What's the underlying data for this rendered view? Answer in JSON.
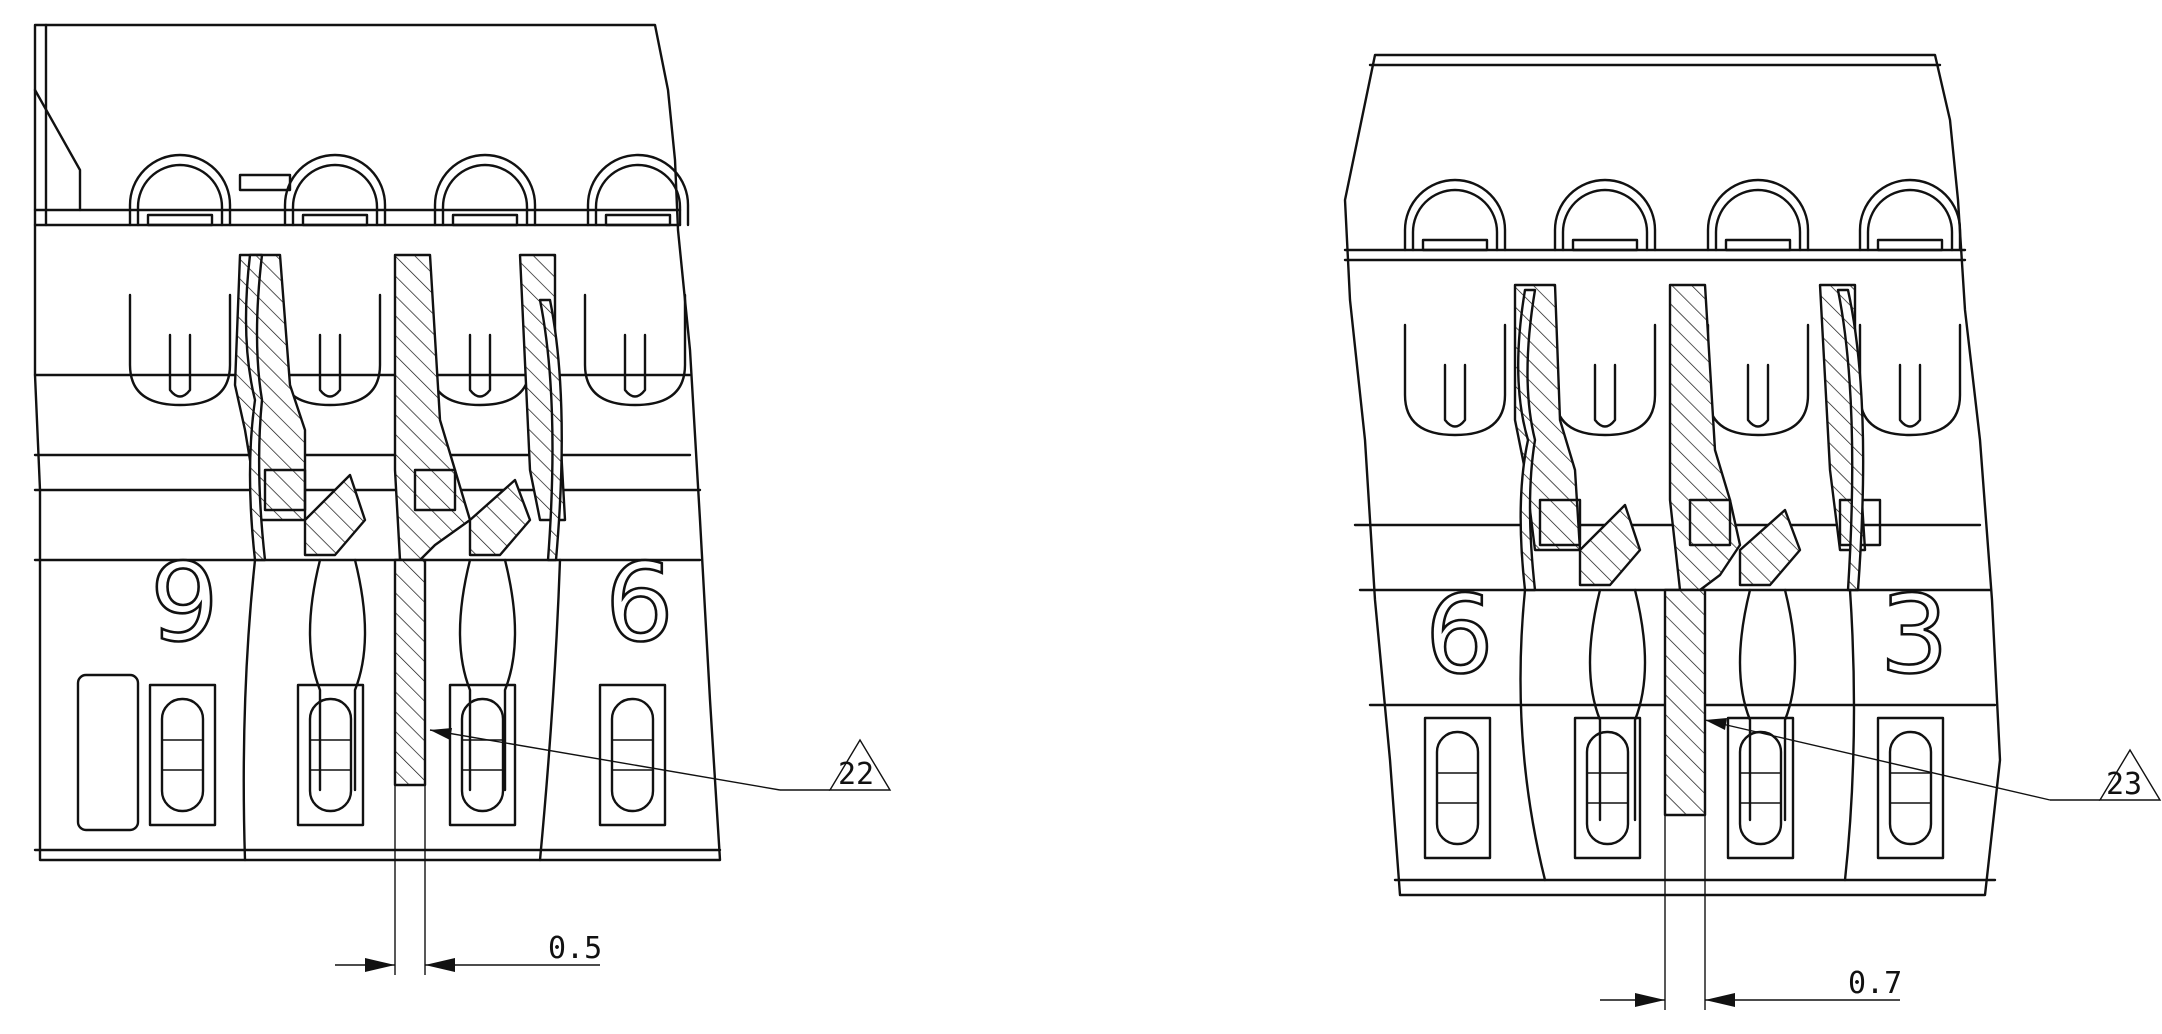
{
  "views": {
    "left": {
      "pin_left": "9",
      "pin_right": "6",
      "dimension": "0.5",
      "callout": "22"
    },
    "right": {
      "pin_left": "6",
      "pin_right": "3",
      "dimension": "0.7",
      "callout": "23"
    }
  }
}
